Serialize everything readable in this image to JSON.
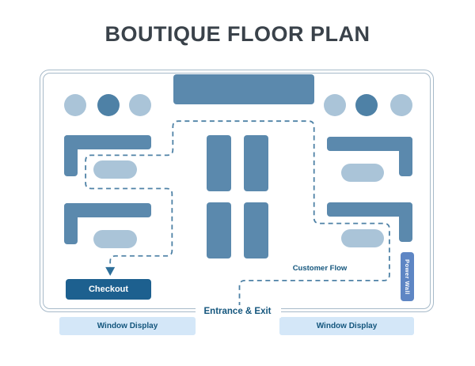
{
  "title": "BOUTIQUE FLOOR PLAN",
  "plan": {
    "checkout_label": "Checkout",
    "customer_flow_label": "Customer Flow",
    "power_wall_label": "Power Wall",
    "entrance_label": "Entrance & Exit"
  },
  "window_displays": {
    "left": "Window Display",
    "right": "Window Display"
  },
  "colors": {
    "shape_mid": "#5b89ad",
    "shape_dark": "#4e81a6",
    "shape_light": "#aac4d8",
    "checkout": "#1d608f",
    "power_wall": "#5e86c4",
    "window_display_bg": "#d4e7f8",
    "label_text": "#14567d",
    "flow_line": "#4f82a6",
    "border": "#a7bac9",
    "title_text": "#3a424a",
    "arrow": "#2e6f9a"
  }
}
